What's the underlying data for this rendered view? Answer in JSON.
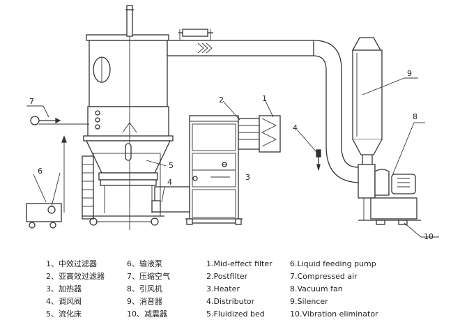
{
  "callouts": [
    "1",
    "2",
    "3",
    "4",
    "5",
    "6",
    "7",
    "8",
    "9",
    "10"
  ],
  "legend_zh_col1": [
    "1、中效过滤器",
    "2、亚高效过滤器",
    "3、加热器",
    "4、调风阀",
    "5、流化床"
  ],
  "legend_zh_col2": [
    "6、输液泵",
    "7、压缩空气",
    "8、引风机",
    "9、消音器",
    "10、减震器"
  ],
  "legend_en_col1": [
    "1.Mid-effect filter",
    "2.Postfilter",
    "3.Heater",
    "4.Distributor",
    "5.Fluidized bed"
  ],
  "legend_en_col2": [
    "6.Liquid feeding pump",
    "7.Compressed air",
    "8.Vacuum fan",
    "9.Silencer",
    "10.Vibration eliminator"
  ]
}
